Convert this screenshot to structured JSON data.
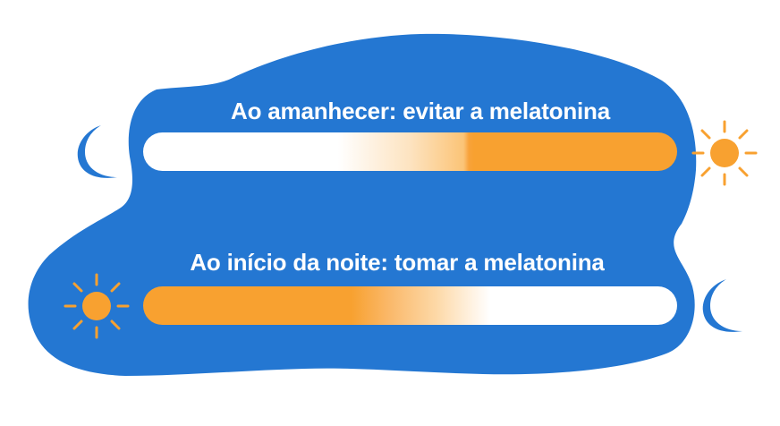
{
  "colors": {
    "blob": "#2477d2",
    "accent": "#f8a130",
    "bar_light": "#ffffff",
    "text": "#ffffff"
  },
  "rows": [
    {
      "label": "Ao amanhecer: evitar a melatonina",
      "start_icon": "moon-icon",
      "end_icon": "sun-icon",
      "bar_gradient": "white-to-orange"
    },
    {
      "label": "Ao início da noite: tomar a melatonina",
      "start_icon": "sun-icon",
      "end_icon": "moon-icon",
      "bar_gradient": "orange-to-white"
    }
  ]
}
